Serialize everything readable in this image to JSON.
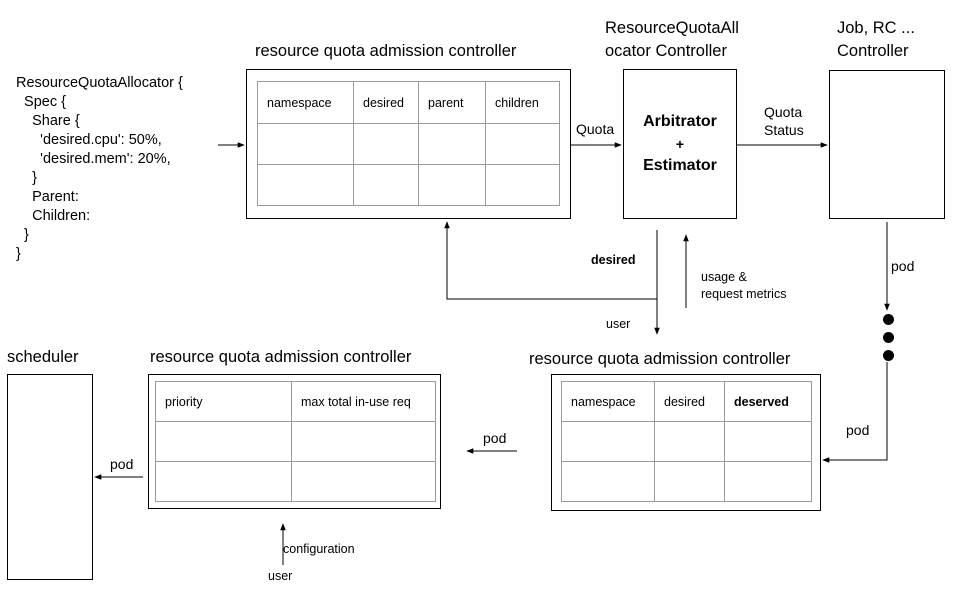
{
  "spec_lines": [
    "ResourceQuotaAllocator {",
    "  Spec {",
    "    Share {",
    "      'desired.cpu': 50%,",
    "      'desired.mem': 20%,",
    "    }",
    "    Parent:",
    "    Children:",
    "  }",
    "}"
  ],
  "top_controller": {
    "title": "resource quota admission controller",
    "headers": [
      "namespace",
      "desired",
      "parent",
      "children"
    ]
  },
  "allocator": {
    "title_line1": "ResourceQuotaAll",
    "title_line2": "ocator Controller",
    "line1": "Arbitrator",
    "line2": "+",
    "line3": "Estimator"
  },
  "job_controller": {
    "title_line1": "Job, RC ...",
    "title_line2": "Controller"
  },
  "labels": {
    "quota": "Quota",
    "quota_status_1": "Quota",
    "quota_status_2": "Status",
    "desired": "desired",
    "user_mid": "user",
    "usage_1": "usage &",
    "usage_2": "request metrics",
    "pod_right_top": "pod",
    "pod_right_bottom": "pod",
    "pod_mid": "pod",
    "pod_left": "pod",
    "configuration": "configuration",
    "user_bottom": "user"
  },
  "bottom_right_controller": {
    "title": "resource quota admission controller",
    "headers": [
      "namespace",
      "desired",
      "deserved"
    ]
  },
  "bottom_left_controller": {
    "title": "resource quota admission controller",
    "headers": [
      "priority",
      "max total in-use req"
    ]
  },
  "scheduler": {
    "title": "scheduler"
  }
}
